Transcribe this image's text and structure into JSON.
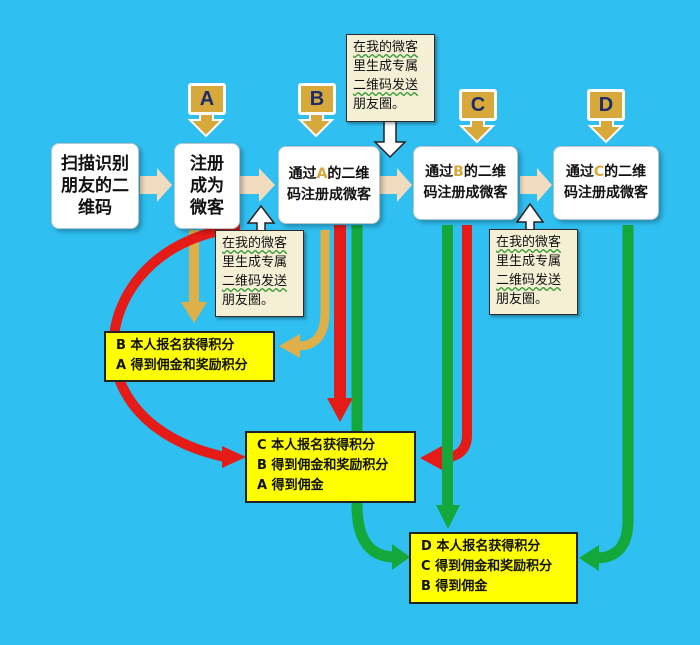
{
  "flow": {
    "steps": [
      {
        "lines": [
          "扫描识别",
          "朋友的二",
          "维码"
        ]
      },
      {
        "lines": [
          "注册",
          "成为",
          "微客"
        ]
      },
      {
        "pre": "通过",
        "letter": "A",
        "post": "的二维",
        "line2": "码注册成微客"
      },
      {
        "pre": "通过",
        "letter": "B",
        "post": "的二维",
        "line2": "码注册成微客"
      },
      {
        "pre": "通过",
        "letter": "C",
        "post": "的二维",
        "line2": "码注册成微客"
      }
    ]
  },
  "tags": [
    "A",
    "B",
    "C",
    "D"
  ],
  "share_note": {
    "lines": [
      "在我的微客",
      "里生成专属",
      "二维码发送",
      "朋友圈。"
    ]
  },
  "results": [
    {
      "lines": [
        "B 本人报名获得积分",
        "A 得到佣金和奖励积分"
      ]
    },
    {
      "lines": [
        "C 本人报名获得积分",
        "B 得到佣金和奖励积分",
        "A 得到佣金"
      ]
    },
    {
      "lines": [
        "D 本人报名获得积分",
        "C 得到佣金和奖励积分",
        "B 得到佣金"
      ]
    }
  ],
  "colors": {
    "background": "#2fbff0",
    "box": "#ffffff",
    "note": "#f5efd6",
    "result": "#ffff00",
    "tag": "#d6a93a",
    "flow_arrow": "#f1dcc0",
    "arrow_tan": "#dfb04a",
    "arrow_red": "#e41b17",
    "arrow_green": "#14a83a"
  }
}
